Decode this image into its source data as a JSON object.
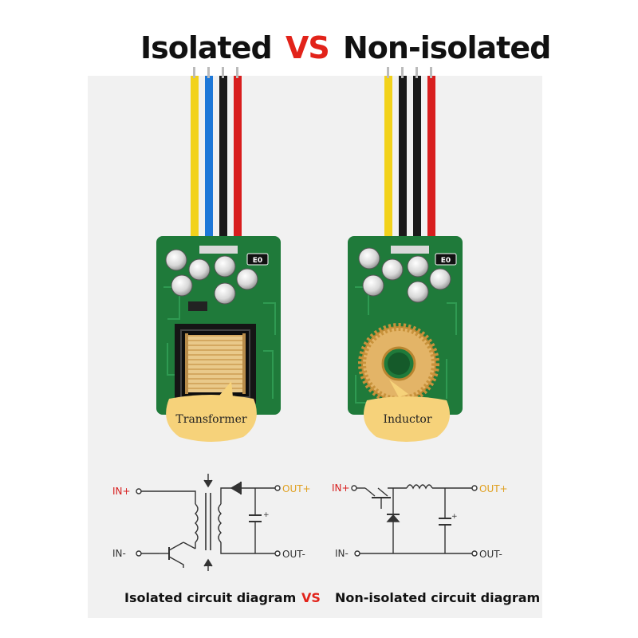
{
  "header": {
    "left_title": "Isolated",
    "vs": "VS",
    "right_title": "Non-isolated"
  },
  "modules": {
    "isolated": {
      "component_label": "Transformer"
    },
    "non_isolated": {
      "component_label": "Inductor"
    }
  },
  "diagram_labels": {
    "in_plus": "IN+",
    "in_minus": "IN-",
    "out_plus": "OUT+",
    "out_minus": "OUT-",
    "board_marking": "E0"
  },
  "captions": {
    "left": "Isolated circuit diagram",
    "vs": "VS",
    "right": "Non-isolated circuit diagram"
  },
  "colors": {
    "pcb_green": "#1f7a3a",
    "wire_yellow": "#f2d21b",
    "wire_blue": "#1e78d8",
    "wire_black": "#1a1a1a",
    "wire_red": "#d81e1e",
    "accent_red": "#e2231a",
    "bubble": "#f6d27a"
  },
  "icons": {
    "wires": "wire-bundle-icon",
    "capacitor": "capacitor-icon",
    "transformer": "transformer-icon",
    "inductor": "toroid-inductor-icon",
    "diode": "diode-icon",
    "transistor": "transistor-icon"
  }
}
